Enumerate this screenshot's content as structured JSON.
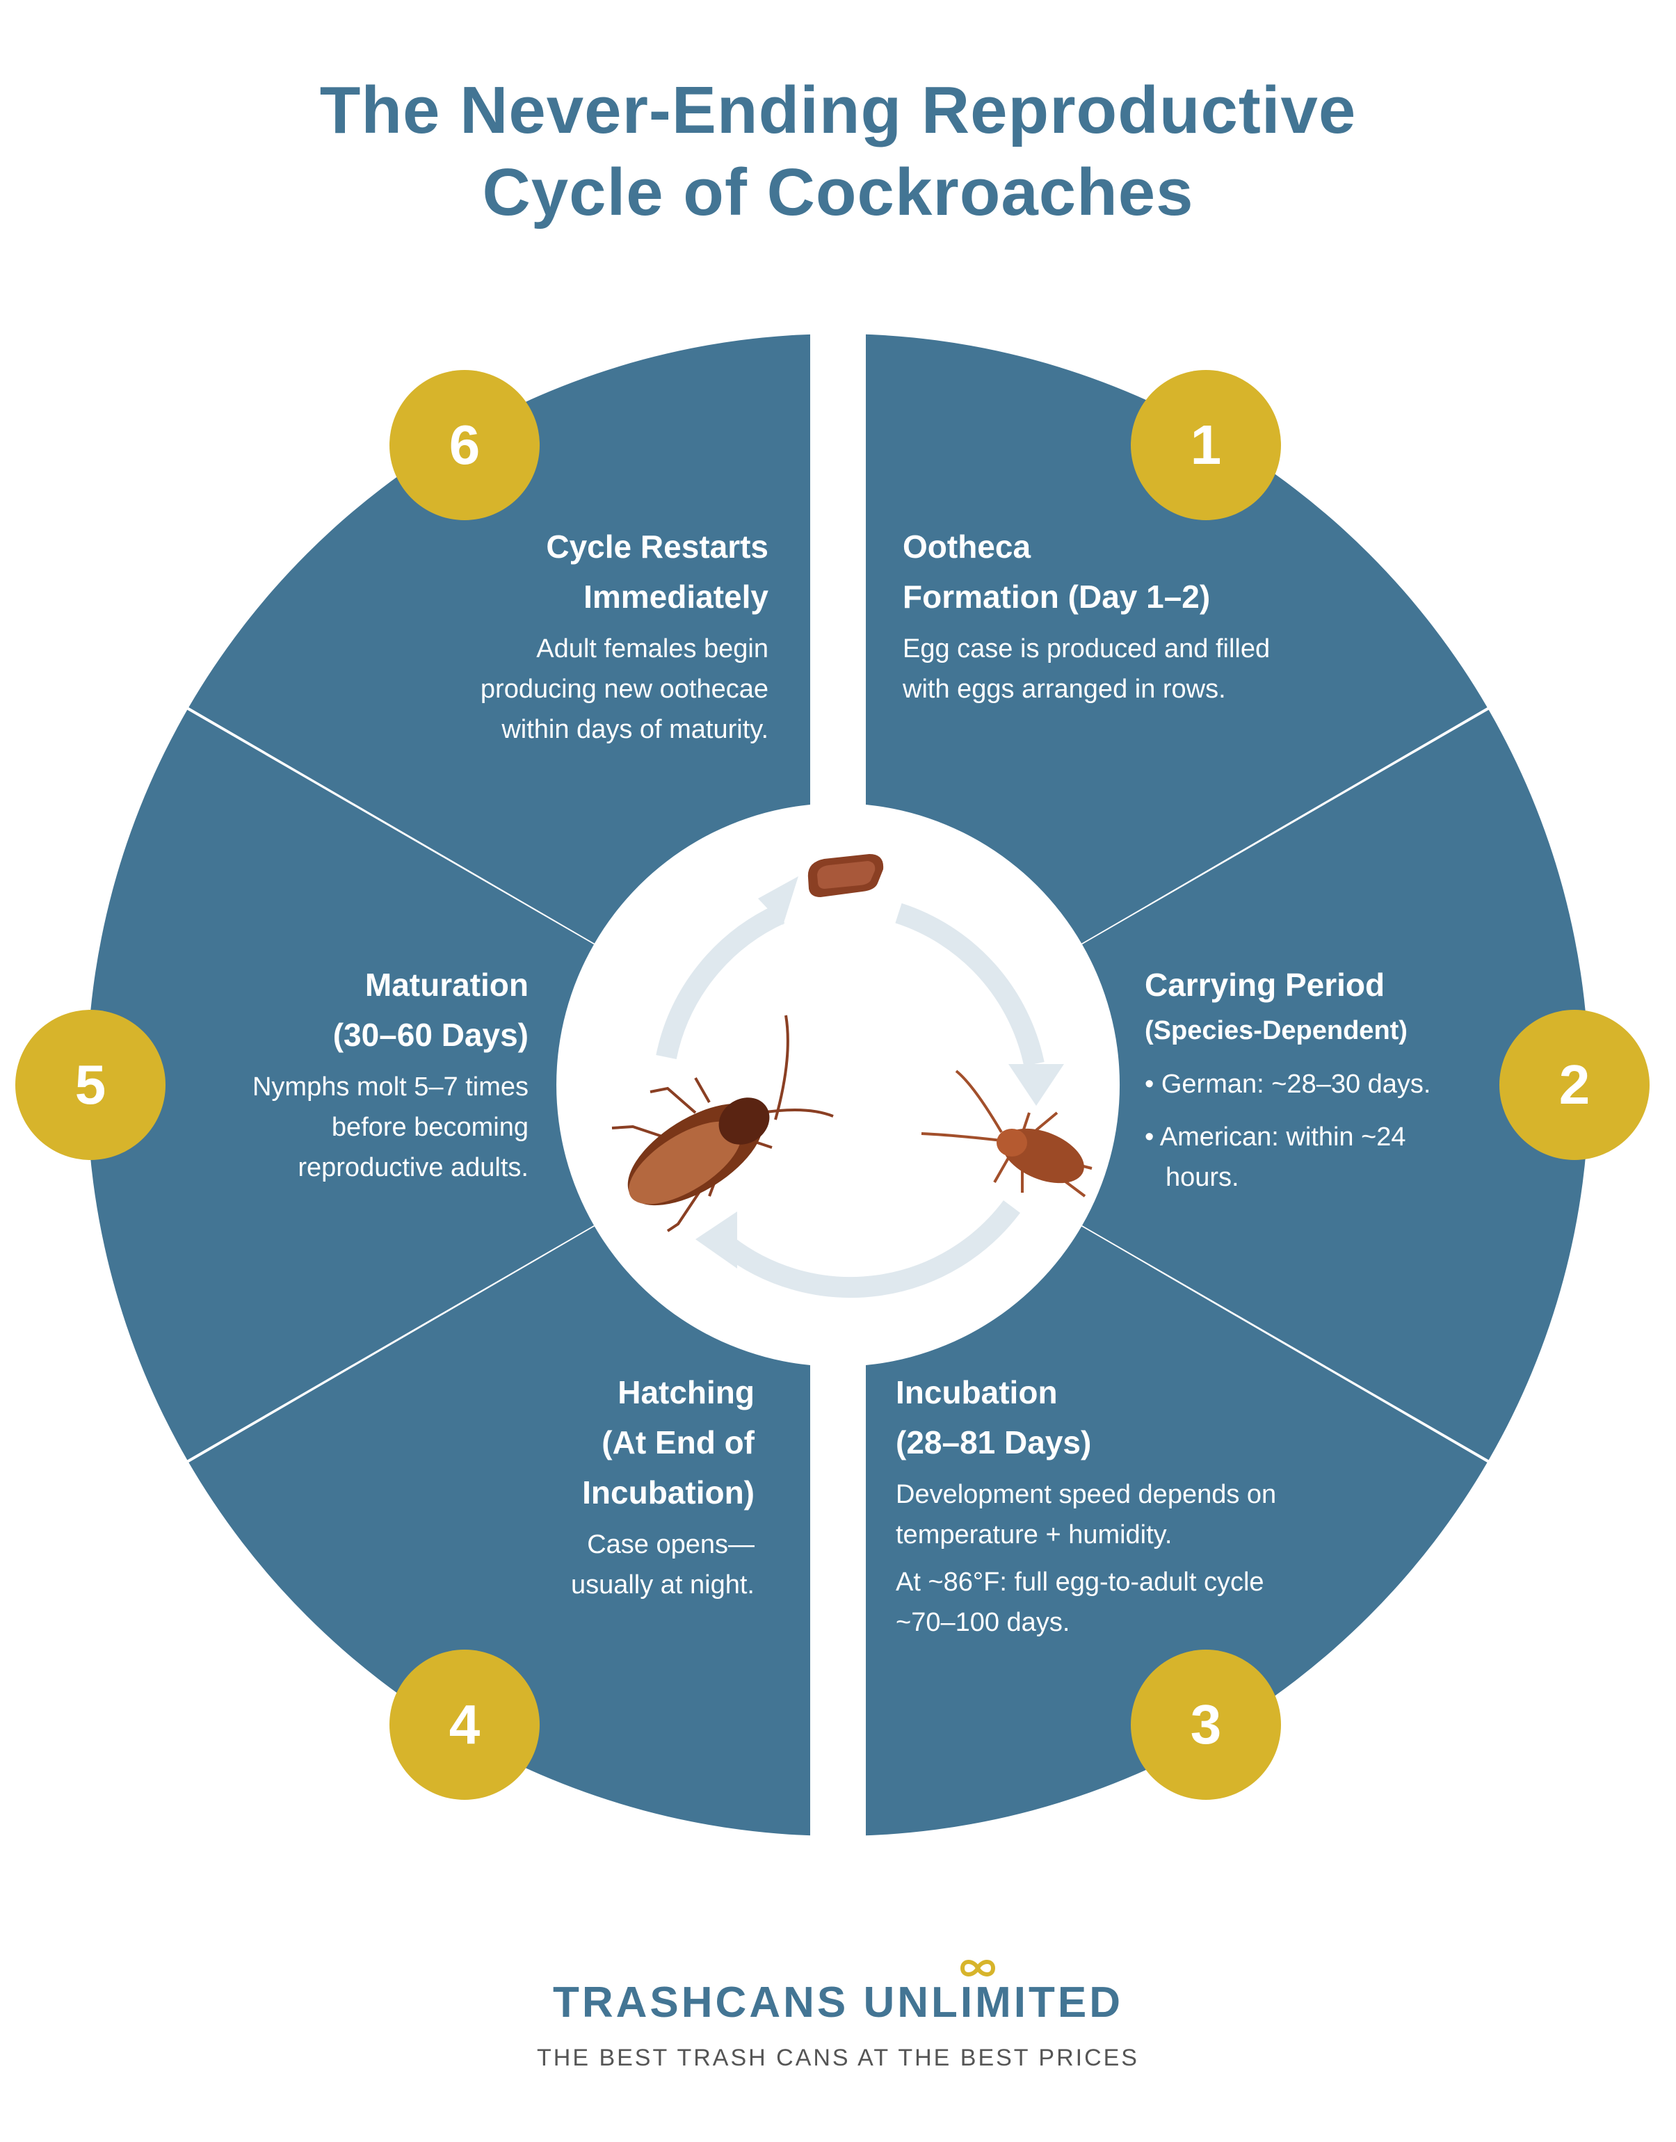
{
  "title": {
    "line1": "The Never-Ending Reproductive",
    "line2": "Cycle of Cockroaches"
  },
  "colors": {
    "segment": "#437594",
    "badge": "#d7b42b",
    "arrow": "#dfe8ee",
    "title": "#437594",
    "tagline": "#555555"
  },
  "steps": [
    {
      "number": "1",
      "heading_line1": "Ootheca",
      "heading_line2": "Formation (Day 1–2)",
      "body": "Egg case is produced and filled with eggs arranged in rows."
    },
    {
      "number": "2",
      "heading_line1": "Carrying Period",
      "heading_line2": "(Species-Dependent)",
      "bullets": [
        "• German: ~28–30 days.",
        "• American: within ~24 hours."
      ]
    },
    {
      "number": "3",
      "heading_line1": "Incubation",
      "heading_line2": "(28–81 Days)",
      "body": "Development speed depends on temperature + humidity.",
      "body2": "At ~86°F: full egg-to-adult cycle ~70–100 days."
    },
    {
      "number": "4",
      "heading_line1": "Hatching",
      "heading_line2": "(At End of",
      "heading_line3": "Incubation)",
      "body": "Case opens—usually at night."
    },
    {
      "number": "5",
      "heading_line1": "Maturation",
      "heading_line2": "(30–60 Days)",
      "body": "Nymphs molt 5–7 times before becoming reproductive adults."
    },
    {
      "number": "6",
      "heading_line1": "Cycle Restarts",
      "heading_line2": "Immediately",
      "body": "Adult females begin producing new oothecae within days of maturity."
    }
  ],
  "center": {
    "icons": [
      "ootheca-egg-case-icon",
      "nymph-cockroach-icon",
      "adult-cockroach-icon",
      "cycle-arrow-icon"
    ]
  },
  "logo": {
    "name": "TRASHCANS UNLIMITED",
    "tagline": "THE BEST TRASH CANS AT THE BEST PRICES",
    "mark": "infinity-icon"
  }
}
